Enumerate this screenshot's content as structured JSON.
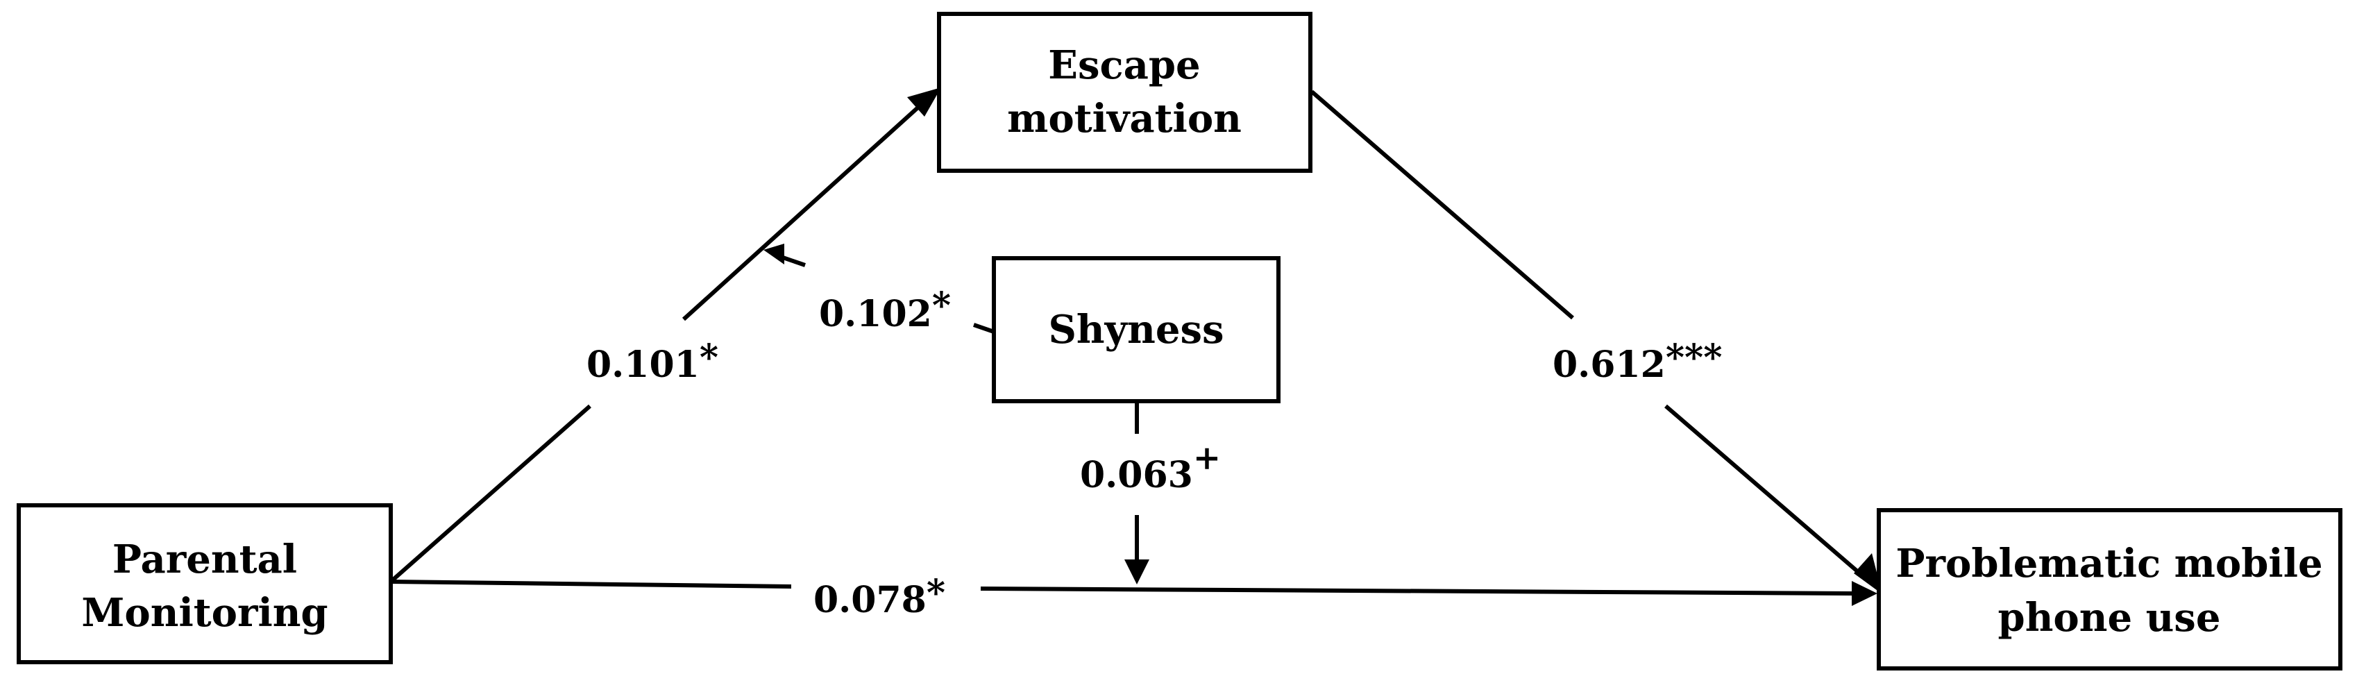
{
  "nodes": {
    "parental_monitoring": {
      "line1": "Parental",
      "line2": "Monitoring"
    },
    "escape_motivation": {
      "line1": "Escape",
      "line2": "motivation"
    },
    "shyness": {
      "line1": "Shyness"
    },
    "problematic_use": {
      "line1": "Problematic mobile",
      "line2": "phone use"
    }
  },
  "coefficients": {
    "a_path": {
      "value": "0.101",
      "sig": "*"
    },
    "b_path": {
      "value": "0.612",
      "sig": "***"
    },
    "c_path": {
      "value": "0.078",
      "sig": "*"
    },
    "mod_a_path": {
      "value": "0.102",
      "sig": "*"
    },
    "mod_c_path": {
      "value": "0.063",
      "sig": "+"
    }
  },
  "colors": {
    "stroke": "#000000",
    "background": "#ffffff"
  }
}
